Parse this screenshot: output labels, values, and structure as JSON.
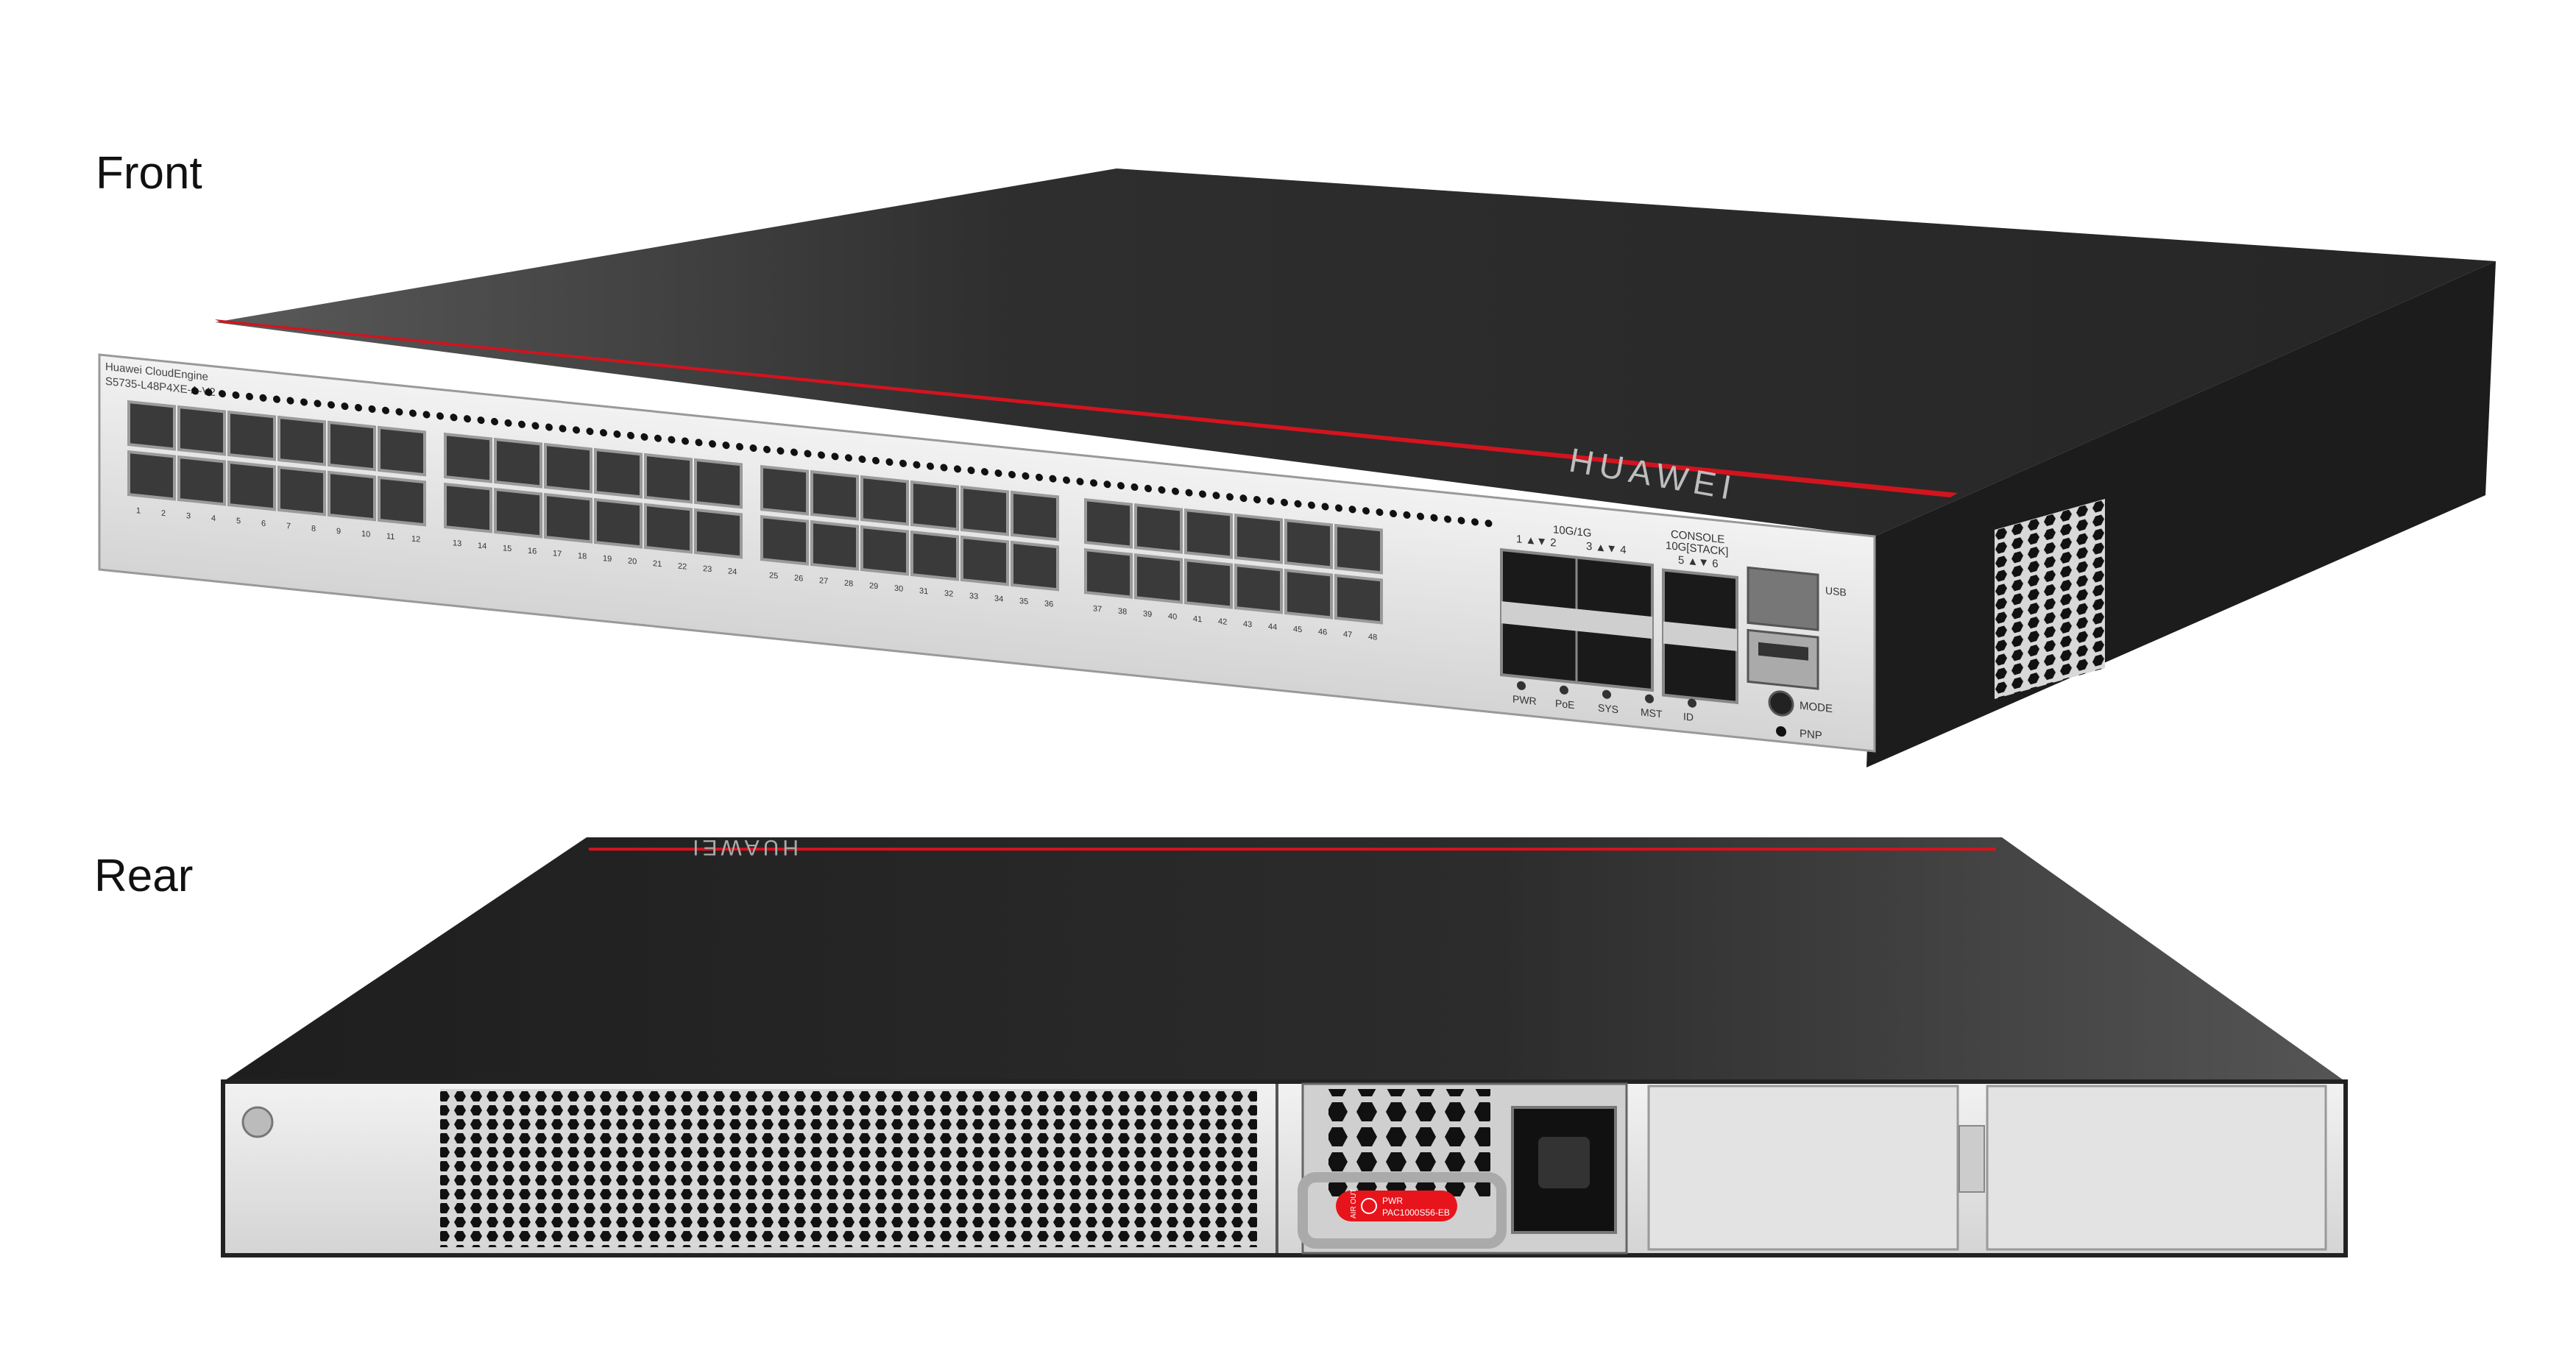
{
  "labels": {
    "front": "Front",
    "rear": "Rear"
  },
  "front": {
    "brand": "HUAWEI",
    "series": "Huawei CloudEngine",
    "model": "S5735-L48P4XE-A-V2",
    "port_numbers": [
      1,
      2,
      3,
      4,
      5,
      6,
      7,
      8,
      9,
      10,
      11,
      12,
      13,
      14,
      15,
      16,
      17,
      18,
      19,
      20,
      21,
      22,
      23,
      24,
      25,
      26,
      27,
      28,
      29,
      30,
      31,
      32,
      33,
      34,
      35,
      36,
      37,
      38,
      39,
      40,
      41,
      42,
      43,
      44,
      45,
      46,
      47,
      48
    ],
    "sfp_group_label": "10G/1G",
    "sfp_ports_a": "1 ▲▼ 2",
    "sfp_ports_b": "3 ▲▼ 4",
    "stack_label": "10G[STACK]",
    "stack_ports": "5 ▲▼ 6",
    "console_label": "CONSOLE",
    "usb_label": "USB",
    "leds": [
      "PWR",
      "PoE",
      "SYS",
      "MST",
      "ID"
    ],
    "mode_button": "MODE",
    "pnp_button": "PNP"
  },
  "rear": {
    "brand": "HUAWEI",
    "psu_airflow": "AIR OUT",
    "psu_name": "PWR",
    "psu_model": "PAC1000S56-EB"
  },
  "colors": {
    "chassis": "#2a2a2a",
    "panel": "#e6e6e6",
    "stripe": "#d2141e",
    "psu_label": "#e8141c"
  }
}
